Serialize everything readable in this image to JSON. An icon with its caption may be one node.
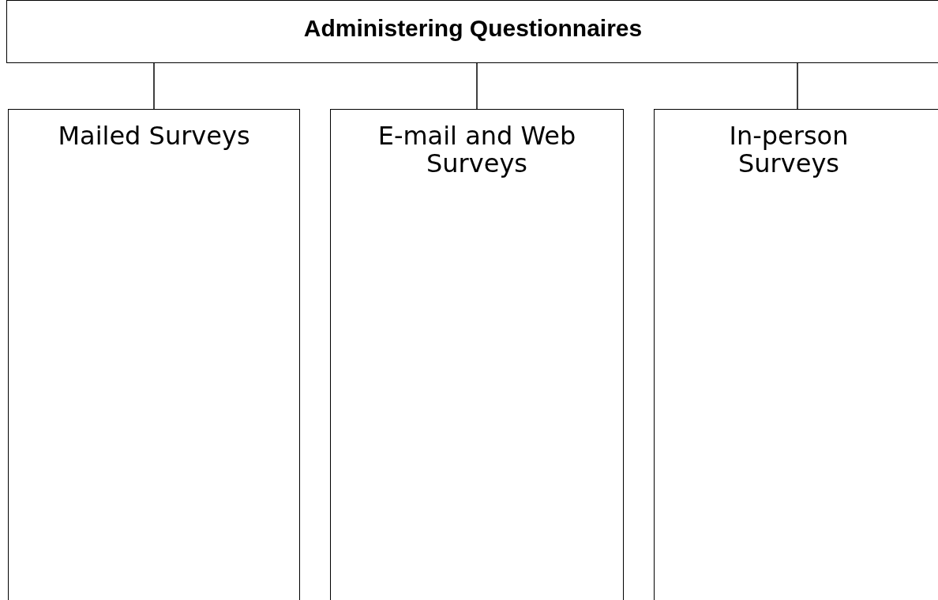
{
  "diagram": {
    "nodes": [
      {
        "text": [
          "Administering Questionnaires"
        ]
      },
      {
        "text": [
          "Mailed Surveys"
        ]
      },
      {
        "text": [
          "E-mail and Web Surveys"
        ]
      },
      {
        "text": [
          "In-person Surveys"
        ]
      }
    ],
    "edges": [
      {
        "from": 0,
        "to": 1,
        "arrow": "none"
      },
      {
        "from": 0,
        "to": 2,
        "arrow": "none"
      },
      {
        "from": 0,
        "to": 3,
        "arrow": "none"
      }
    ]
  }
}
